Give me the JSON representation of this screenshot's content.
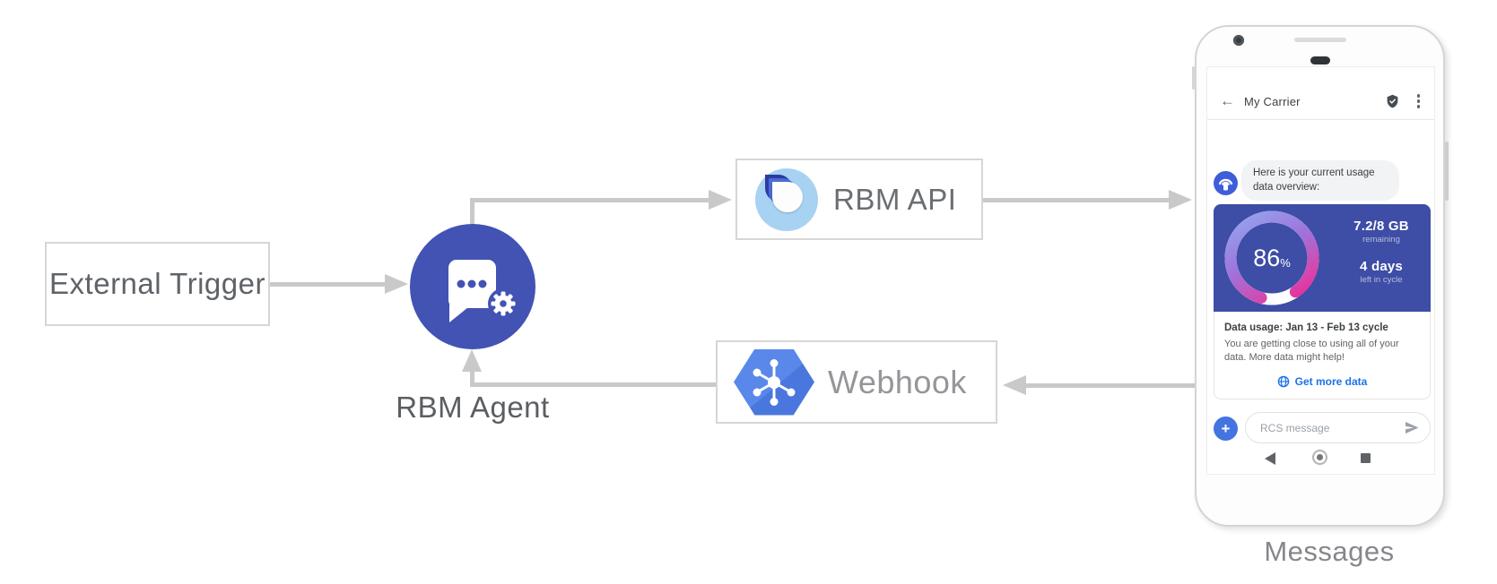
{
  "diagram": {
    "external_trigger": "External Trigger",
    "rbm_agent": "RBM Agent",
    "rbm_api": "RBM API",
    "webhook": "Webhook",
    "messages_caption": "Messages",
    "arrow_color": "#c9c9c9",
    "agent_circle_color": "#4253b4",
    "webhook_hexagon_color": "#4e7ce6",
    "api_logo_circle_color": "#a8d2f2"
  },
  "phone": {
    "app_bar": {
      "back_glyph": "←",
      "title": "My Carrier"
    },
    "chat": {
      "agent_message": "Here is your current usage data overview:",
      "usage_card": {
        "percent": "86",
        "percent_sign": "%",
        "remaining_value": "7.2/8 GB",
        "remaining_caption": "remaining",
        "days_value": "4 days",
        "days_caption": "left in cycle",
        "title": "Data usage: Jan 13 - Feb 13 cycle",
        "body": "You are getting close to using all of your data. More data might help!",
        "action_label": "Get more data",
        "media_color": "#3e4da5",
        "action_color": "#1a73e8",
        "gauge_percent": 86,
        "gauge_gradient": [
          "#93a9f0",
          "#9f72dc",
          "#d24aaf",
          "#f22291"
        ]
      }
    },
    "composer": {
      "plus_glyph": "+",
      "placeholder": "RCS message"
    }
  }
}
